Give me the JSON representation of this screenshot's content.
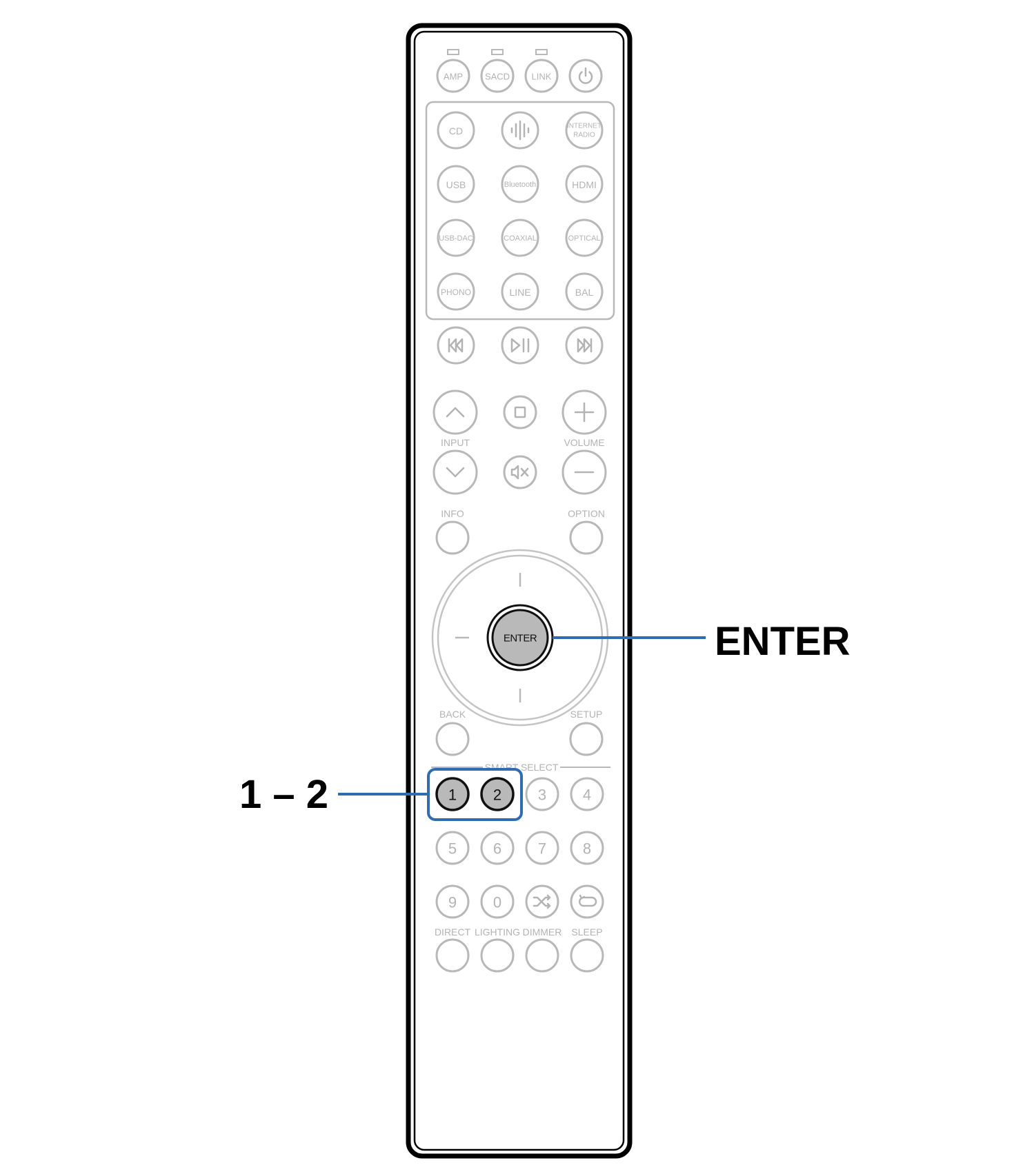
{
  "colors": {
    "callout_line": "#2f6db0",
    "highlight_fill": "#b9b9b9",
    "button_outline": "#b8b8b8",
    "label_gray": "#b3b3b3",
    "body_outline": "#000000"
  },
  "top_row": {
    "amp": "AMP",
    "sacd": "SACD",
    "link": "LINK",
    "power_icon": "power-icon"
  },
  "source_grid": {
    "cd": "CD",
    "heos_icon": "heos-icon",
    "internet_radio_line1": "INTERNET",
    "internet_radio_line2": "RADIO",
    "usb": "USB",
    "bluetooth": "Bluetooth",
    "hdmi": "HDMI",
    "usb_dac": "USB-DAC",
    "coaxial": "COAXIAL",
    "optical": "OPTICAL",
    "phono": "PHONO",
    "line": "LINE",
    "bal": "BAL"
  },
  "transport_icons": [
    "skip-back-icon",
    "play-pause-icon",
    "skip-forward-icon"
  ],
  "labels": {
    "input": "INPUT",
    "volume": "VOLUME",
    "info": "INFO",
    "option": "OPTION",
    "back": "BACK",
    "setup": "SETUP",
    "enter": "ENTER",
    "smart_select": "SMART SELECT",
    "direct": "DIRECT",
    "lighting": "LIGHTING",
    "dimmer": "DIMMER",
    "sleep": "SLEEP"
  },
  "number_buttons": [
    "1",
    "2",
    "3",
    "4",
    "5",
    "6",
    "7",
    "8",
    "9",
    "0"
  ],
  "function_icons": [
    "shuffle-icon",
    "repeat-icon"
  ],
  "callouts": {
    "enter": "ENTER",
    "smart_select_range": "1 – 2"
  }
}
